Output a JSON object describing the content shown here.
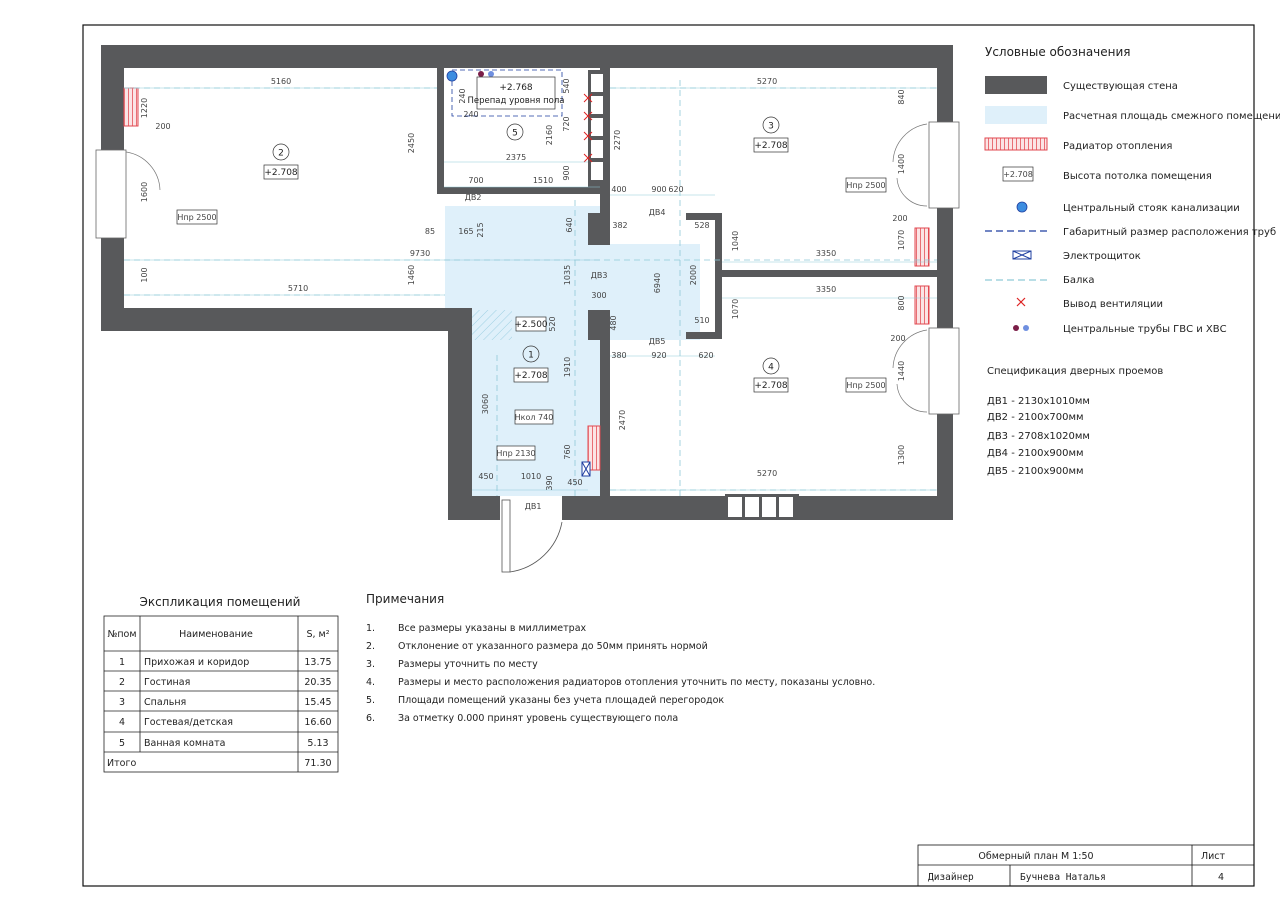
{
  "plan": {
    "rooms": [
      {
        "num": "1",
        "height": "+2.708"
      },
      {
        "num": "2",
        "height": "+2.708"
      },
      {
        "num": "3",
        "height": "+2.708"
      },
      {
        "num": "4",
        "height": "+2.708"
      },
      {
        "num": "5",
        "height": "+2.768",
        "note": "Перепад уровня пола"
      }
    ],
    "level_step": "+2.500",
    "doors": [
      "ДВ1",
      "ДВ2",
      "ДВ3",
      "ДВ4",
      "ДВ5"
    ],
    "window_sills": [
      {
        "label": "Hпр 2500"
      },
      {
        "label": "Hпр 2500"
      },
      {
        "label": "Hпр 2500"
      },
      {
        "label": "Hпр 2130"
      },
      {
        "label": "Hкол 740"
      }
    ],
    "dimensions": [
      "5160",
      "1220",
      "200",
      "1600",
      "2450",
      "9730",
      "85",
      "165",
      "215",
      "100",
      "1460",
      "5710",
      "240",
      "240",
      "540",
      "720",
      "2160",
      "900",
      "2375",
      "700",
      "1510",
      "2270",
      "5270",
      "840",
      "1400",
      "200",
      "1070",
      "3350",
      "400",
      "900",
      "620",
      "382",
      "528",
      "640",
      "1040",
      "1035",
      "6940",
      "2000",
      "300",
      "520",
      "480",
      "510",
      "3350",
      "800",
      "200",
      "1070",
      "1440",
      "1300",
      "380",
      "920",
      "620",
      "1910",
      "3060",
      "760",
      "2470",
      "450",
      "1010",
      "390",
      "450",
      "5270"
    ]
  },
  "legend": {
    "title": "Условные обозначения",
    "items": [
      {
        "label": "Существующая стена",
        "icon": "wall-swatch"
      },
      {
        "label": "Расчетная площадь смежного помещения",
        "icon": "area-swatch"
      },
      {
        "label": "Радиатор отопления",
        "icon": "radiator-swatch"
      },
      {
        "label": "Высота потолка помещения",
        "icon": "ceiling-height-box",
        "sample": "+2.708"
      },
      {
        "label": "Центральный стояк канализации",
        "icon": "sewer-riser-icon"
      },
      {
        "label": "Габаритный размер расположения труб",
        "icon": "pipe-dash-line"
      },
      {
        "label": "Электрощиток",
        "icon": "electrical-panel-icon"
      },
      {
        "label": "Балка",
        "icon": "beam-line"
      },
      {
        "label": "Вывод вентиляции",
        "icon": "ventilation-cross-icon"
      },
      {
        "label": "Центральные трубы ГВС и ХВС",
        "icon": "water-pipes-icon"
      }
    ]
  },
  "door_spec": {
    "title": "Спецификация дверных проемов",
    "items": [
      "ДВ1 - 2130х1010мм",
      "ДВ2 - 2100х700мм",
      "ДВ3 - 2708х1020мм",
      "ДВ4 - 2100х900мм",
      "ДВ5 - 2100х900мм"
    ]
  },
  "explication": {
    "title": "Экспликация помещений",
    "headers": [
      "№пом",
      "Наименование",
      "S, м²"
    ],
    "rows": [
      [
        "1",
        "Прихожая и коридор",
        "13.75"
      ],
      [
        "2",
        "Гостиная",
        "20.35"
      ],
      [
        "3",
        "Спальня",
        "15.45"
      ],
      [
        "4",
        "Гостевая/детская",
        "16.60"
      ],
      [
        "5",
        "Ванная комната",
        "5.13"
      ]
    ],
    "total_label": "Итого",
    "total_value": "71.30"
  },
  "notes": {
    "title": "Примечания",
    "items": [
      {
        "n": "1.",
        "text": "Все размеры указаны в миллиметрах"
      },
      {
        "n": "2.",
        "text": "Отклонение от указанного размера до 50мм принять нормой"
      },
      {
        "n": "3.",
        "text": "Размеры уточнить по месту"
      },
      {
        "n": "4.",
        "text": "Размеры и место расположения радиаторов отопления уточнить по месту, показаны условно."
      },
      {
        "n": "5.",
        "text": "Площади помещений указаны без учета площадей перегородок"
      },
      {
        "n": "6.",
        "text": "За отметку 0.000 принят уровень существующего пола"
      }
    ]
  },
  "title_block": {
    "sheet_title": "Обмерный план   М 1:50",
    "sheet_label": "Лист",
    "role": "Дизайнер",
    "name": "Бучнева Наталья",
    "sheet_number": "4"
  },
  "colors": {
    "wall": "#58595b",
    "area": "#dff0fa",
    "radiator": "#e2474f",
    "dim": "#8fc9d8",
    "pipe": "#1f3fa0"
  }
}
